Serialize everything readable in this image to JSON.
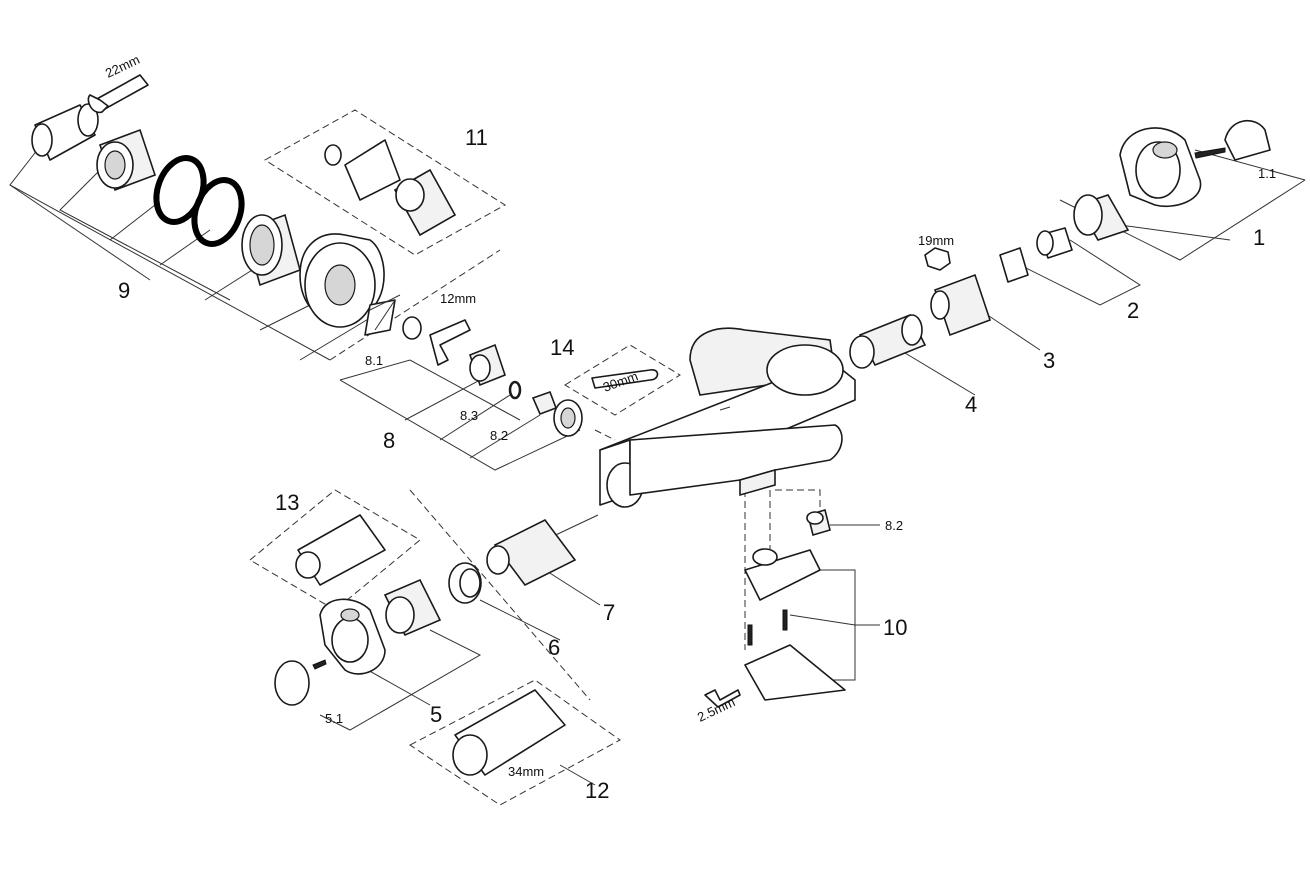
{
  "labels": {
    "l1": "1",
    "l1_1": "1.1",
    "l2": "2",
    "l3": "3",
    "l4": "4",
    "l5": "5",
    "l5_1": "5.1",
    "l6": "6",
    "l7": "7",
    "l8": "8",
    "l8_1": "8.1",
    "l8_2": "8.2",
    "l8_2b": "8.2",
    "l8_3": "8.3",
    "l9": "9",
    "l10": "10",
    "l11": "11",
    "l12": "12",
    "l13": "13",
    "l14": "14"
  },
  "tools": {
    "w22": "22mm",
    "w12": "12mm",
    "w19": "19mm",
    "w30": "30mm",
    "w34": "34mm",
    "w25": "2.5mm"
  }
}
